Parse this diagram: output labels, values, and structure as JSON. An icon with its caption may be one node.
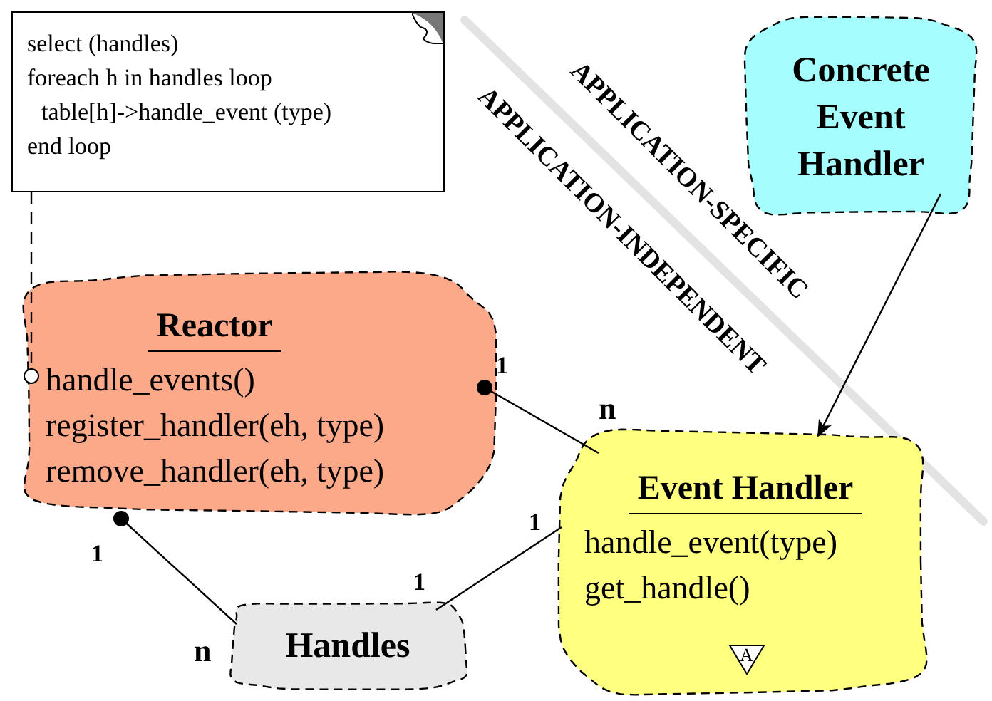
{
  "diagram": {
    "nodes": [
      {
        "text": [
          "select (handles)",
          "foreach h in handles loop",
          "table[h]->handle_event (type)",
          "end loop"
        ]
      },
      {
        "text": [
          "Reactor",
          "handle_events()",
          "register_handler(eh, type)",
          "remove_handler(eh, type)"
        ]
      },
      {
        "text": [
          "Concrete Event Handler"
        ]
      },
      {
        "text": [
          "Event Handler",
          "handle_event(type)",
          "get_handle()",
          "A"
        ]
      },
      {
        "text": [
          "Handles"
        ]
      }
    ],
    "edges": [
      {
        "from": 0,
        "to": 1,
        "arrow": "other",
        "style": "dashed"
      },
      {
        "from": 1,
        "to": 3,
        "arrow": "other"
      },
      {
        "from": 1,
        "to": 4,
        "arrow": "other"
      },
      {
        "from": 4,
        "to": 3,
        "arrow": "none"
      },
      {
        "from": 2,
        "to": 3,
        "arrow": "to"
      }
    ],
    "labels": [
      "APPLICATION-SPECIFIC",
      "APPLICATION-INDEPENDENT",
      "1",
      "n",
      "1",
      "n",
      "1",
      "1"
    ]
  }
}
